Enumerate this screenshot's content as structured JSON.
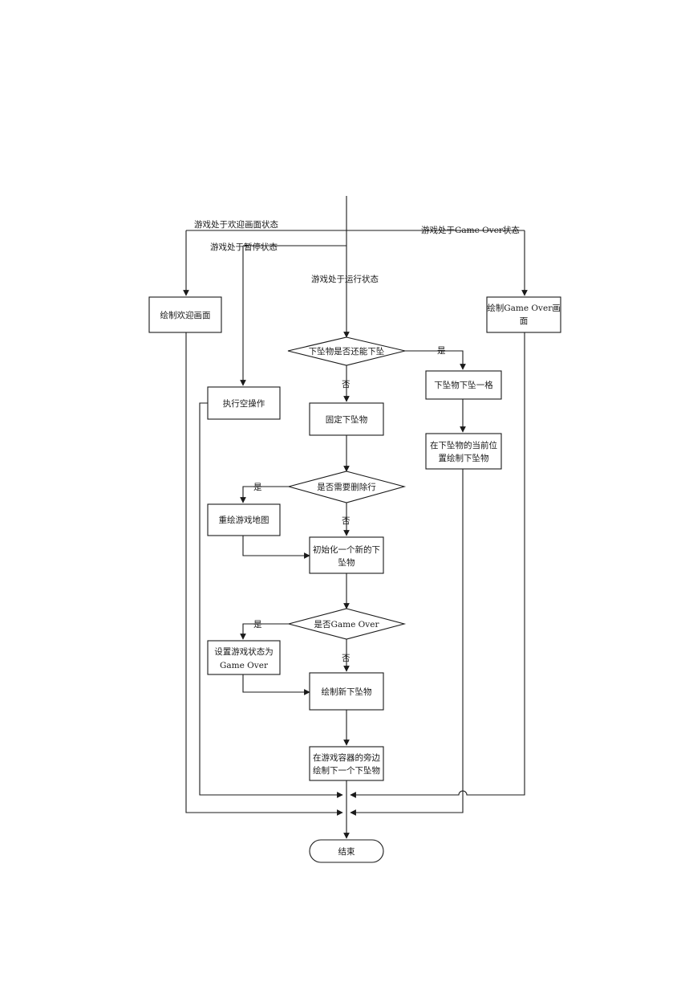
{
  "branches": {
    "welcome": "游戏处于欢迎画面状态",
    "paused": "游戏处于暂停状态",
    "running": "游戏处于运行状态",
    "game_over": "游戏处于Game Over状态"
  },
  "boxes": {
    "draw_welcome": "绘制欢迎画面",
    "noop": "执行空操作",
    "draw_game_over_1": "绘制Game Over画",
    "draw_game_over_2": "面",
    "fix_piece": "固定下坠物",
    "drop_one": "下坠物下坠一格",
    "draw_current_1": "在下坠物的当前位",
    "draw_current_2": "置绘制下坠物",
    "redraw_map": "重绘游戏地图",
    "init_piece_1": "初始化一个新的下",
    "init_piece_2": "坠物",
    "set_over_1": "设置游戏状态为",
    "set_over_2": "Game Over",
    "draw_new": "绘制新下坠物",
    "draw_next_1": "在游戏容器的旁边",
    "draw_next_2": "绘制下一个下坠物",
    "end": "结束"
  },
  "decisions": {
    "can_fall": "下坠物是否还能下坠",
    "need_delete": "是否需要删除行",
    "is_game_over": "是否Game Over"
  },
  "edges": {
    "yes": "是",
    "no": "否"
  }
}
